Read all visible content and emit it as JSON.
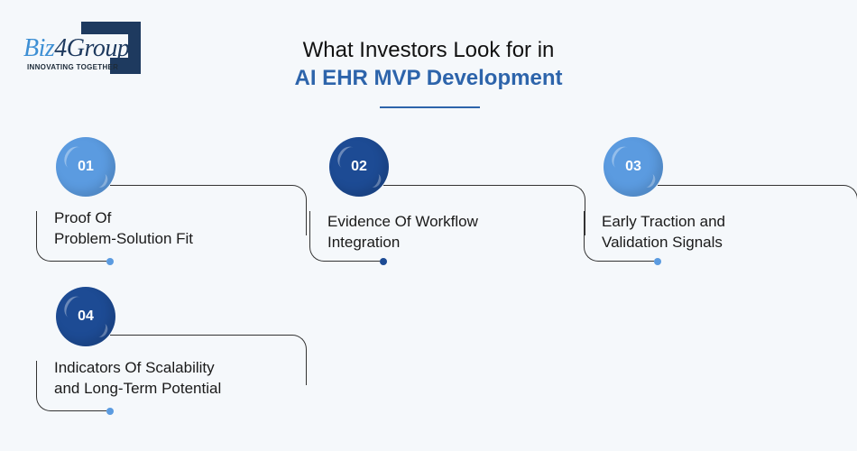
{
  "logo": {
    "name_part1": "Biz",
    "name_part2": "4Group",
    "tagline": "INNOVATING TOGETHER"
  },
  "title": {
    "line1": "What Investors Look for in",
    "line2": "AI EHR MVP Development"
  },
  "colors": {
    "accent_dark": "#1d4b94",
    "accent_light": "#5b9be0",
    "title_blue": "#2d64ab"
  },
  "items": [
    {
      "number": "01",
      "line1": "Proof Of",
      "line2": "Problem-Solution Fit",
      "style": "light"
    },
    {
      "number": "02",
      "line1": "Evidence Of Workflow",
      "line2": "Integration",
      "style": "dark"
    },
    {
      "number": "03",
      "line1": "Early Traction and",
      "line2": "Validation Signals",
      "style": "light"
    },
    {
      "number": "04",
      "line1": "Indicators Of Scalability",
      "line2": "and Long-Term Potential",
      "style": "dark"
    }
  ]
}
